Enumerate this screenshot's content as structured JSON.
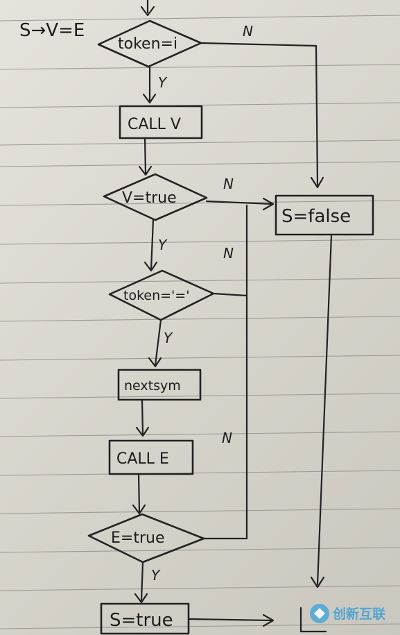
{
  "diagram": {
    "title": "S→V=E",
    "nodes": {
      "d1": "token=i",
      "b1": "CALL V",
      "d2": "V=true",
      "d3": "token='='",
      "b2": "nextsym",
      "b3": "CALL E",
      "d4": "E=true",
      "b4": "S=true",
      "b_false": "S=false"
    },
    "edge_labels": {
      "yes": "Y",
      "no": "N"
    }
  },
  "watermark": {
    "text": "创新互联"
  }
}
